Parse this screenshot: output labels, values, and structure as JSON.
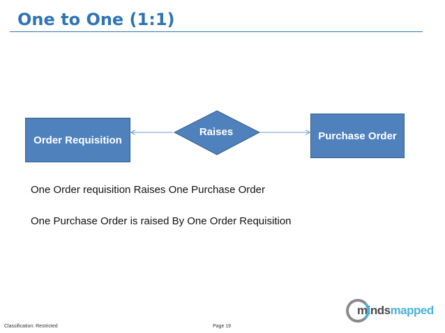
{
  "slide": {
    "title": "One to One (1:1)"
  },
  "diagram": {
    "entity_left": "Order Requisition",
    "relationship": "Raises",
    "entity_right": "Purchase Order"
  },
  "statements": [
    "One Order requisition Raises One Purchase Order",
    "One Purchase Order is raised By One Order Requisition"
  ],
  "footer": {
    "classification": "Classification: Restricted",
    "page": "Page 19"
  },
  "logo": {
    "text_prefix": "minds",
    "text_accent": "mapped"
  },
  "colors": {
    "title": "#2e74b5",
    "shape_fill": "#4f81bd",
    "shape_border": "#385d8a",
    "connector": "#6a9bd0"
  }
}
